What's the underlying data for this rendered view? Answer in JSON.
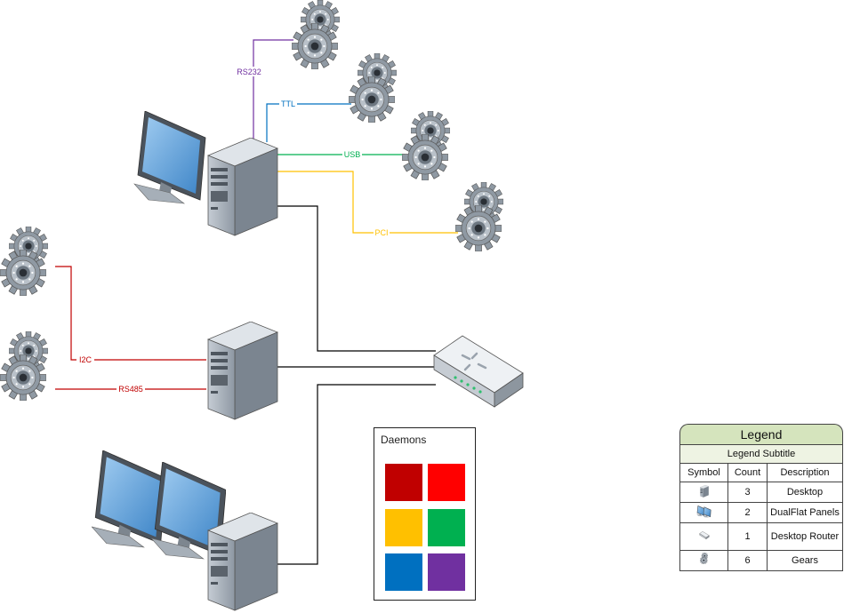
{
  "connections": [
    {
      "label": "RS232",
      "color": "#7030a0"
    },
    {
      "label": "TTL",
      "color": "#0070c0"
    },
    {
      "label": "USB",
      "color": "#00b050"
    },
    {
      "label": "PCI",
      "color": "#ffc000"
    },
    {
      "label": "I2C",
      "color": "#c00000"
    },
    {
      "label": "RS485",
      "color": "#c00000"
    }
  ],
  "daemons": {
    "title": "Daemons",
    "colors": [
      "#c00000",
      "#ff0000",
      "#ffc000",
      "#00b050",
      "#0070c0",
      "#7030a0"
    ]
  },
  "legend": {
    "title": "Legend",
    "subtitle": "Legend Subtitle",
    "headers": [
      "Symbol",
      "Count",
      "Description"
    ],
    "rows": [
      {
        "icon": "desktop-icon",
        "count": "3",
        "description": "Desktop"
      },
      {
        "icon": "dualflat-panels-icon",
        "count": "2",
        "description": "DualFlat Panels"
      },
      {
        "icon": "desktop-router-icon",
        "count": "1",
        "description": "Desktop Router"
      },
      {
        "icon": "gears-icon",
        "count": "6",
        "description": "Gears"
      }
    ]
  }
}
